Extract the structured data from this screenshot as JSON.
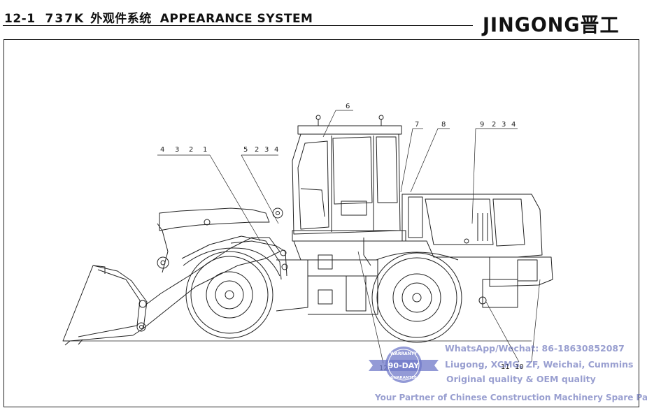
{
  "header": {
    "section_number": "12-1",
    "model": "737K",
    "title_cn": "外观件系统",
    "title_en": "APPEARANCE SYSTEM",
    "brand": "JINGONG晋工"
  },
  "callouts": {
    "group_a": [
      "4",
      "3",
      "2",
      "1"
    ],
    "group_b": [
      "5",
      "2",
      "3",
      "4"
    ],
    "cab": "6",
    "item_7": "7",
    "item_8": "8",
    "group_c": [
      "9",
      "2",
      "3",
      "4"
    ],
    "bottom_left": "12",
    "bottom_mid": "11",
    "bottom_right": "10"
  },
  "warranty": {
    "top": "WARRANTY",
    "main": "90-DAY",
    "bottom": "GUARANTEE"
  },
  "watermark": {
    "contact": "WhatsApp/Wechat: 86-18630852087",
    "brands": "Liugong, XCMG, ZF, Weichai, Cummins",
    "quality": "Original quality & OEM quality",
    "partner": "Your Partner of Chinese Construction Machinery Spare Parts"
  },
  "colors": {
    "line": "#222222",
    "watermark": "#4650aa",
    "badge": "#6f78c8"
  }
}
